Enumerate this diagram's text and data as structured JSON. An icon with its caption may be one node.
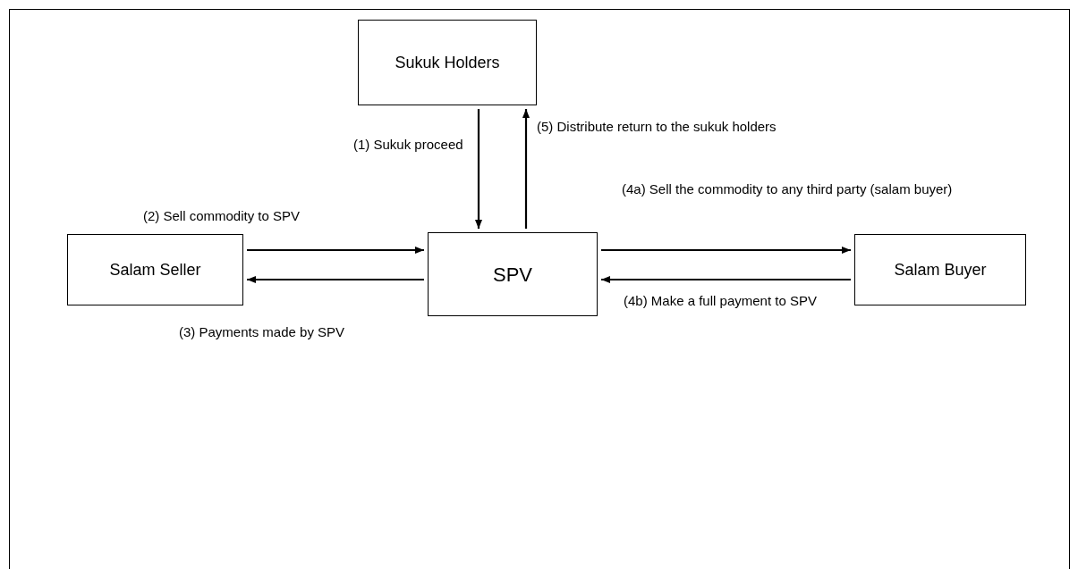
{
  "diagram": {
    "nodes": [
      {
        "text": [
          "Sukuk Holders"
        ]
      },
      {
        "text": [
          "Salam Seller"
        ]
      },
      {
        "text": [
          "SPV"
        ]
      },
      {
        "text": [
          "Salam Buyer"
        ]
      }
    ],
    "edges": [
      {
        "from": 0,
        "to": 2,
        "arrow": "to",
        "label": "(1) Sukuk proceed"
      },
      {
        "from": 2,
        "to": 0,
        "arrow": "to",
        "label": "(5) Distribute return to the sukuk holders"
      },
      {
        "from": 1,
        "to": 2,
        "arrow": "to",
        "label": "(2) Sell commodity to SPV"
      },
      {
        "from": 2,
        "to": 1,
        "arrow": "to",
        "label": "(3) Payments made by SPV"
      },
      {
        "from": 2,
        "to": 3,
        "arrow": "to",
        "label": "(4a) Sell the commodity to any third party (salam buyer)"
      },
      {
        "from": 3,
        "to": 2,
        "arrow": "to",
        "label": "(4b) Make a full payment to SPV"
      }
    ]
  }
}
